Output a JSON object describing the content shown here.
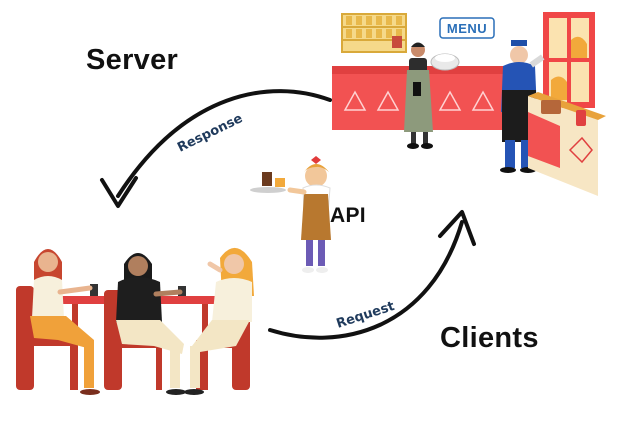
{
  "labels": {
    "server": "Server",
    "clients": "Clients",
    "api": "API",
    "response": "Response",
    "request": "Request",
    "menu_sign": "MENU"
  },
  "colors": {
    "counter_red": "#f25252",
    "apron_dark": "#2b2b2b",
    "chair_red": "#c0392b",
    "shirt_yellow": "#f2c14e",
    "arrow": "#111111",
    "arc_text": "#1f3a5c",
    "menu_blue": "#2a6fb8"
  },
  "icons": {
    "response_arrow": "curved-arrow-left-down",
    "request_arrow": "curved-arrow-right-up"
  }
}
